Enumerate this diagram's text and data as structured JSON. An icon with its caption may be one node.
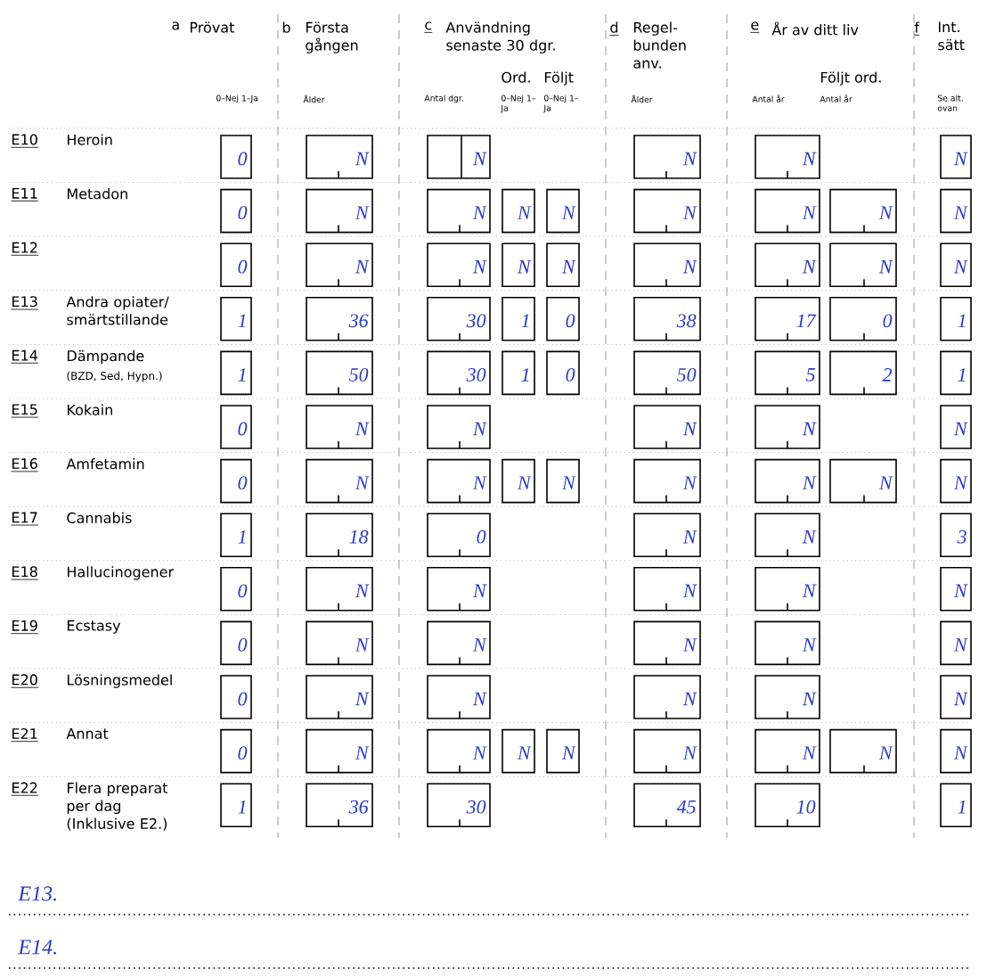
{
  "diagram": {
    "labels": [
      "a",
      "Prövat",
      "b",
      "Första gången",
      "c",
      "Användning senaste 30 dgr.",
      "d",
      "Regel- bunden anv.",
      "e",
      "År av ditt liv",
      "f",
      "Int. sätt",
      "Ord.",
      "Följt",
      "Följt ord.",
      "0–Nej 1–Ja",
      "Ålder",
      "Antal dgr.",
      "0–Nej 1–Ja",
      "0–Nej 1–Ja",
      "Ålder",
      "Antal år",
      "Antal år",
      "Se alt. ovan",
      "E10",
      "Heroin",
      "0",
      "N",
      "N",
      "N",
      "N",
      "N",
      "E11",
      "Metadon",
      "0",
      "N",
      "N",
      "N",
      "N",
      "N",
      "N",
      "N",
      "N",
      "E12",
      "0",
      "N",
      "N",
      "N",
      "N",
      "N",
      "N",
      "N",
      "N",
      "E13",
      "Andra opiater/ smärtstillande",
      "1",
      "36",
      "30",
      "1",
      "0",
      "38",
      "17",
      "0",
      "1",
      "E14",
      "Dämpande",
      "(BZD, Sed, Hypn.)",
      "1",
      "50",
      "30",
      "1",
      "0",
      "50",
      "5",
      "2",
      "1",
      "E15",
      "Kokain",
      "0",
      "N",
      "N",
      "N",
      "N",
      "N",
      "E16",
      "Amfetamin",
      "0",
      "N",
      "N",
      "N",
      "N",
      "N",
      "N",
      "N",
      "N",
      "E17",
      "Cannabis",
      "1",
      "18",
      "0",
      "N",
      "N",
      "3",
      "E18",
      "Hallucinogener",
      "0",
      "N",
      "N",
      "N",
      "N",
      "N",
      "E19",
      "Ecstasy",
      "0",
      "N",
      "N",
      "N",
      "N",
      "N",
      "E20",
      "Lösningsmedel",
      "0",
      "N",
      "N",
      "N",
      "N",
      "N",
      "E21",
      "Annat",
      "0",
      "N",
      "N",
      "N",
      "N",
      "N",
      "N",
      "N",
      "N",
      "E22",
      "Flera preparat per dag (Inklusive E2.)",
      "1",
      "36",
      "30",
      "45",
      "10",
      "1",
      "E13.",
      "E14."
    ]
  }
}
